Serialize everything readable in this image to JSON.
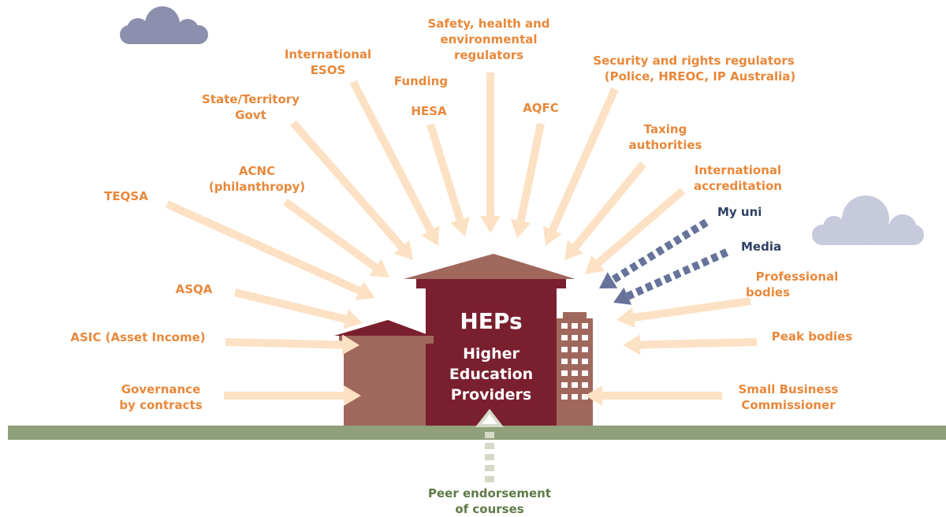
{
  "center": {
    "title": "HEPs",
    "subtitle_lines": [
      "Higher",
      "Education",
      "Providers"
    ]
  },
  "labels": {
    "safety": [
      "Safety, health and",
      "environmental",
      "regulators"
    ],
    "international_esos": [
      "International",
      "ESOS"
    ],
    "funding": "Funding",
    "hesa": "HESA",
    "aqfc": "AQFC",
    "security": [
      "Security and rights regulators",
      "(Police, HREOC, IP Australia)"
    ],
    "state_govt": [
      "State/Territory",
      "Govt"
    ],
    "taxing": [
      "Taxing",
      "authorities"
    ],
    "acnc": [
      "ACNC",
      "(philanthropy)"
    ],
    "intl_accreditation": [
      "International",
      "accreditation"
    ],
    "teqsa": "TEQSA",
    "my_uni": "My uni",
    "media": "Media",
    "asqa": "ASQA",
    "professional_bodies": [
      "Professional",
      "bodies"
    ],
    "asic": "ASIC (Asset Income)",
    "peak_bodies": "Peak bodies",
    "governance": [
      "Governance",
      "by contracts"
    ],
    "small_business": [
      "Small Business",
      "Commissioner"
    ],
    "peer_endorsement": [
      "Peer endorsement",
      "of courses"
    ]
  },
  "colors": {
    "label_orange": "#e8883a",
    "label_navy": "#2e3f63",
    "label_green": "#5f7a46",
    "arrow_peach": "#fde1c4",
    "arrow_navy": "#67739b",
    "arrow_peer": "#d5dac8",
    "ground": "#8fa07a",
    "main_building": "#7a1f2e",
    "side_building": "#a0685d",
    "roof": "#a0685d",
    "cloud": "#8d8fae"
  }
}
